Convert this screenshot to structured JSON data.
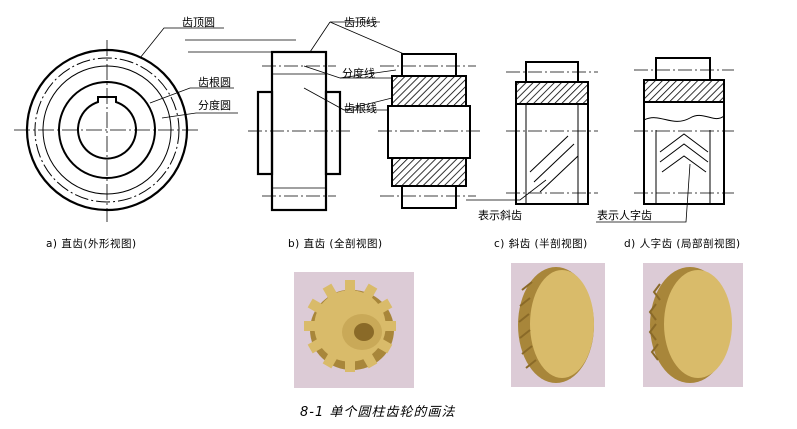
{
  "labels": {
    "tip_circle": "齿顶圆",
    "root_circle": "齿根圆",
    "pitch_circle": "分度圆",
    "tip_line": "齿顶线",
    "pitch_line": "分度线",
    "root_line": "齿根线",
    "helical_mark": "表示斜齿",
    "herringbone_mark": "表示人字齿"
  },
  "captions": {
    "a": "a) 直齿(外形视图)",
    "b": "b) 直齿 (全剖视图)",
    "c": "c) 斜齿 (半剖视图)",
    "d": "d) 人字齿 (局部剖视图)"
  },
  "figure_title": "8-1 单个圆柱齿轮的画法",
  "photos": {
    "spur": "spur-gear-photo",
    "helical": "helical-gear-photo",
    "herringbone": "herringbone-gear-photo"
  },
  "colors": {
    "line": "#000000",
    "photo_bg": "#dccbd6",
    "gear_fill": "#d9bb6a",
    "gear_dark": "#a8863a"
  }
}
